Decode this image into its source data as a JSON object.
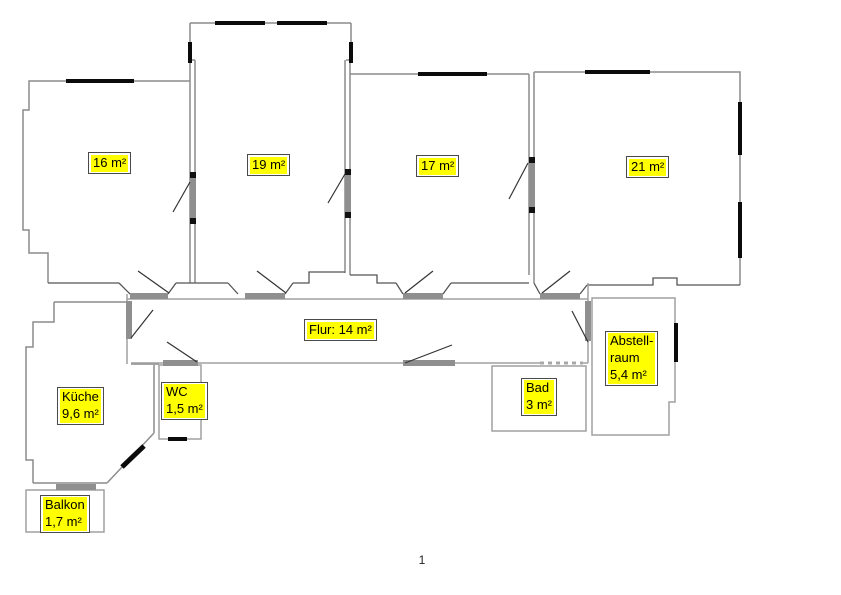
{
  "page": {
    "number": "1"
  },
  "colors": {
    "highlight": "#ffff00",
    "label_border": "#4a4a4a",
    "wall": "#8c8c8c",
    "wall_dark": "#555555",
    "hall_wall": "#a0a0a0",
    "window": "#0b0b0b",
    "door_leaf": "#8f8f8f",
    "door_swing": "#333333"
  },
  "rooms": {
    "room_16": {
      "label": "16 m²"
    },
    "room_19": {
      "label": "19 m²"
    },
    "room_17": {
      "label": "17 m²"
    },
    "room_21": {
      "label": "21 m²"
    },
    "flur": {
      "label": "Flur: 14 m²"
    },
    "abstellraum": {
      "label": "Abstell-\nraum\n5,4 m²"
    },
    "kueche": {
      "label": "Küche\n9,6 m²"
    },
    "wc": {
      "label": "WC\n1,5 m²"
    },
    "bad": {
      "label": "Bad\n3 m²"
    },
    "balkon": {
      "label": "Balkon\n1,7 m²"
    }
  }
}
